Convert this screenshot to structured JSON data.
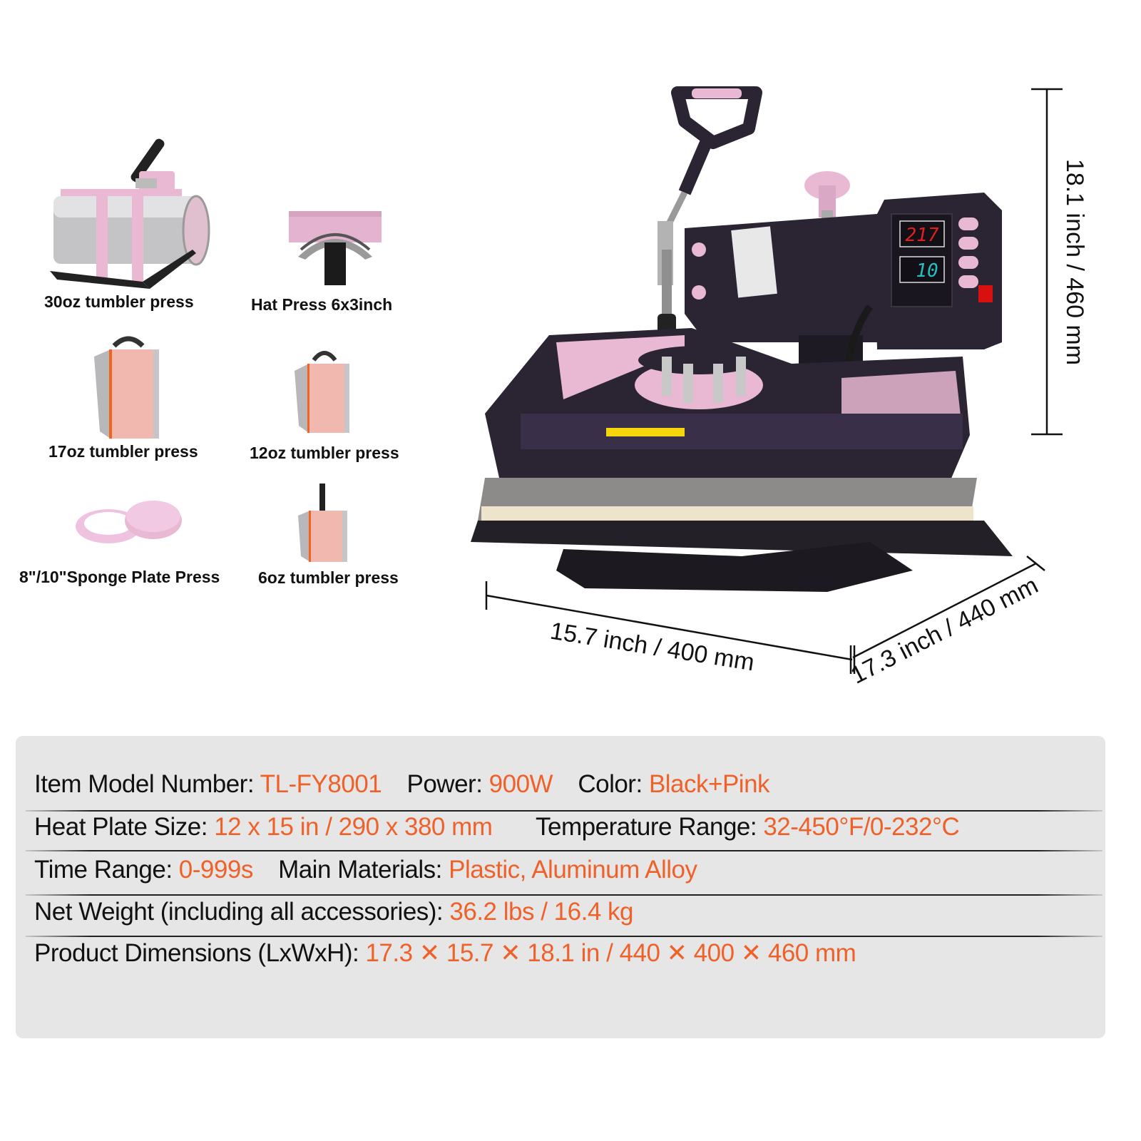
{
  "theme": {
    "accent": "#f0612a",
    "panel_bg": "#e6e6e6",
    "machine_body": "#2a2433",
    "machine_pink": "#e9b9d4",
    "plate_gray": "#8a8a88",
    "felt": "#ede6d2"
  },
  "accessories": [
    {
      "label": "30oz tumbler press",
      "icon": "tumbler-30oz-press-icon"
    },
    {
      "label": "Hat Press 6x3inch",
      "icon": "hat-press-icon"
    },
    {
      "label": "17oz tumbler press",
      "icon": "tumbler-17oz-press-icon"
    },
    {
      "label": "12oz tumbler press",
      "icon": "tumbler-12oz-press-icon"
    },
    {
      "label": "8\"/10\"Sponge Plate Press",
      "icon": "sponge-plate-press-icon"
    },
    {
      "label": "6oz tumbler press",
      "icon": "tumbler-6oz-press-icon"
    }
  ],
  "machine": {
    "display_temp": "217",
    "display_time": "10"
  },
  "dimensions": {
    "height": "18.1 inch / 460 mm",
    "width": "15.7 inch / 400 mm",
    "length": "17.3 inch / 440 mm"
  },
  "specs": {
    "row1": {
      "model_key": "Item Model Number:",
      "model_val": "TL-FY8001",
      "power_key": "Power:",
      "power_val": "900W",
      "color_key": "Color:",
      "color_val": "Black+Pink"
    },
    "row2": {
      "plate_key": "Heat Plate Size:",
      "plate_val": "12 x 15 in / 290 x 380 mm",
      "temp_key": "Temperature Range:",
      "temp_val": "32-450°F/0-232°C"
    },
    "row3": {
      "time_key": "Time Range:",
      "time_val": "0-999s",
      "materials_key": "Main Materials:",
      "materials_val": "Plastic, Aluminum Alloy"
    },
    "row4": {
      "weight_key": "Net Weight (including all accessories):",
      "weight_val": "36.2 lbs / 16.4 kg"
    },
    "row5": {
      "dims_key": "Product Dimensions (LxWxH):",
      "dims_val": "17.3 ✕ 15.7 ✕ 18.1 in / 440 ✕ 400 ✕ 460 mm"
    }
  }
}
